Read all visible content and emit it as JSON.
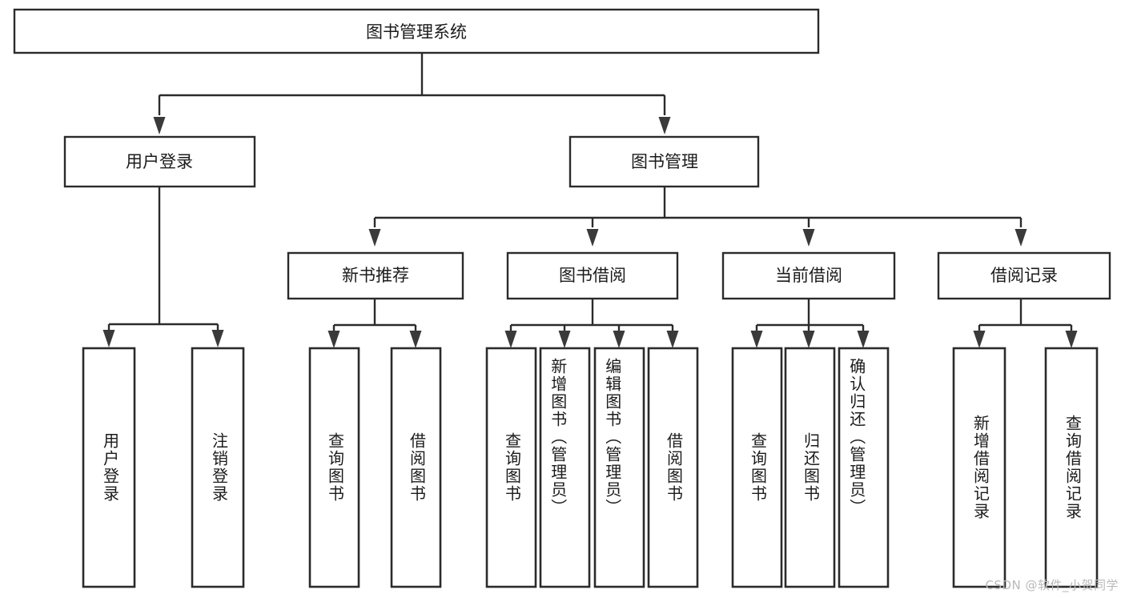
{
  "diagram": {
    "type": "tree-hierarchy-chart",
    "title": "图书管理系统",
    "watermark": "CSDN @软件_小贺同学",
    "colors": {
      "background": "#ffffff",
      "box_stroke": "#2b2b2b",
      "box_fill": "#ffffff",
      "connector": "#2b2b2b",
      "arrow": "#3a3a3a",
      "text": "#1b1b1b",
      "watermark": "#b9b9b9"
    },
    "root": {
      "label": "图书管理系统"
    },
    "level1": [
      {
        "id": "user-login",
        "label": "用户登录"
      },
      {
        "id": "book-management",
        "label": "图书管理"
      }
    ],
    "level2": [
      {
        "id": "new-book-recommend",
        "label": "新书推荐",
        "parent": "book-management"
      },
      {
        "id": "book-borrow",
        "label": "图书借阅",
        "parent": "book-management"
      },
      {
        "id": "current-borrow",
        "label": "当前借阅",
        "parent": "book-management"
      },
      {
        "id": "borrow-record",
        "label": "借阅记录",
        "parent": "book-management"
      }
    ],
    "leaves": {
      "user-login": [
        {
          "id": "leaf-user-login",
          "label": "用户登录"
        },
        {
          "id": "leaf-logout-login",
          "label": "注销登录"
        }
      ],
      "new-book-recommend": [
        {
          "id": "leaf-query-book-1",
          "label": "查询图书"
        },
        {
          "id": "leaf-borrow-book-1",
          "label": "借阅图书"
        }
      ],
      "book-borrow": [
        {
          "id": "leaf-query-book-2",
          "label": "查询图书"
        },
        {
          "id": "leaf-add-book-admin",
          "label": "新增图书（管理员）"
        },
        {
          "id": "leaf-edit-book-admin",
          "label": "编辑图书（管理员）"
        },
        {
          "id": "leaf-borrow-book-2",
          "label": "借阅图书"
        }
      ],
      "current-borrow": [
        {
          "id": "leaf-query-book-3",
          "label": "查询图书"
        },
        {
          "id": "leaf-return-book",
          "label": "归还图书"
        },
        {
          "id": "leaf-confirm-return-admin",
          "label": "确认归还（管理员）"
        }
      ],
      "borrow-record": [
        {
          "id": "leaf-add-borrow-record",
          "label": "新增借阅记录"
        },
        {
          "id": "leaf-query-borrow-record",
          "label": "查询借阅记录"
        }
      ]
    }
  }
}
